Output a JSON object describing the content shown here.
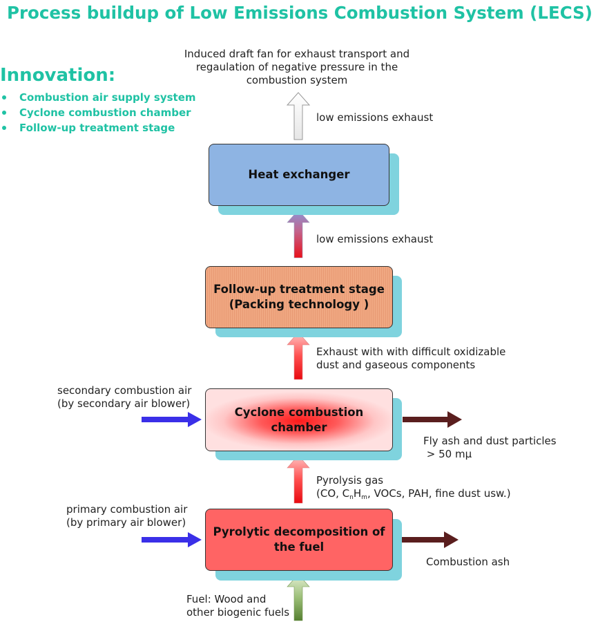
{
  "title": "Process buildup of Low Emissions Combustion System (LECS)",
  "innovation": {
    "heading": "Innovation:",
    "items": [
      "Combustion air supply system",
      "Cyclone combustion chamber",
      "Follow-up treatment stage"
    ]
  },
  "top_label": [
    "Induced draft fan for exhaust transport and",
    "regaulation of negative pressure in the",
    "combustion system"
  ],
  "boxes": {
    "heat": [
      "Heat exchanger"
    ],
    "follow": [
      "Follow-up treatment stage",
      "(Packing technology )"
    ],
    "cyclone": [
      "Cyclone combustion",
      "chamber"
    ],
    "pyro": [
      "Pyrolytic decomposition of",
      "the fuel"
    ]
  },
  "flows": {
    "exhaust_top": "low emissions exhaust",
    "exhaust_mid": "low emissions exhaust",
    "exhaust_dust": [
      "Exhaust with with difficult oxidizable",
      "dust and gaseous components"
    ],
    "pyrolysis_gas": {
      "line1": "Pyrolysis gas",
      "open": "(CO, C",
      "sub_n": "n",
      "h": "H",
      "sub_m": "m",
      "rest": ", VOCs, PAH, fine dust usw.)"
    },
    "secondary_air": [
      "secondary combustion air",
      "(by secondary air blower)"
    ],
    "primary_air": [
      "primary combustion air",
      "(by primary air blower)"
    ],
    "fly_ash": [
      "Fly ash and dust particles",
      " > 50 mµ"
    ],
    "combustion_ash": "Combustion ash",
    "fuel": [
      "Fuel: Wood and",
      "other biogenic fuels"
    ]
  },
  "colors": {
    "accent": "#1fc2a4",
    "shadow": "#7fd3de",
    "heat_exchanger": "#8eb4e3",
    "follow_up": "#f0a882",
    "pyrolytic": "#ff6464",
    "air_arrow": "#3a2fe8",
    "ash_arrow": "#5a1e1e",
    "fuel_arrow": "#5e8c3a"
  },
  "icons": [
    "up-arrow-white",
    "up-arrow-gradient-blue-red",
    "up-arrow-red",
    "up-arrow-green",
    "right-arrow-blue",
    "right-arrow-brown"
  ]
}
